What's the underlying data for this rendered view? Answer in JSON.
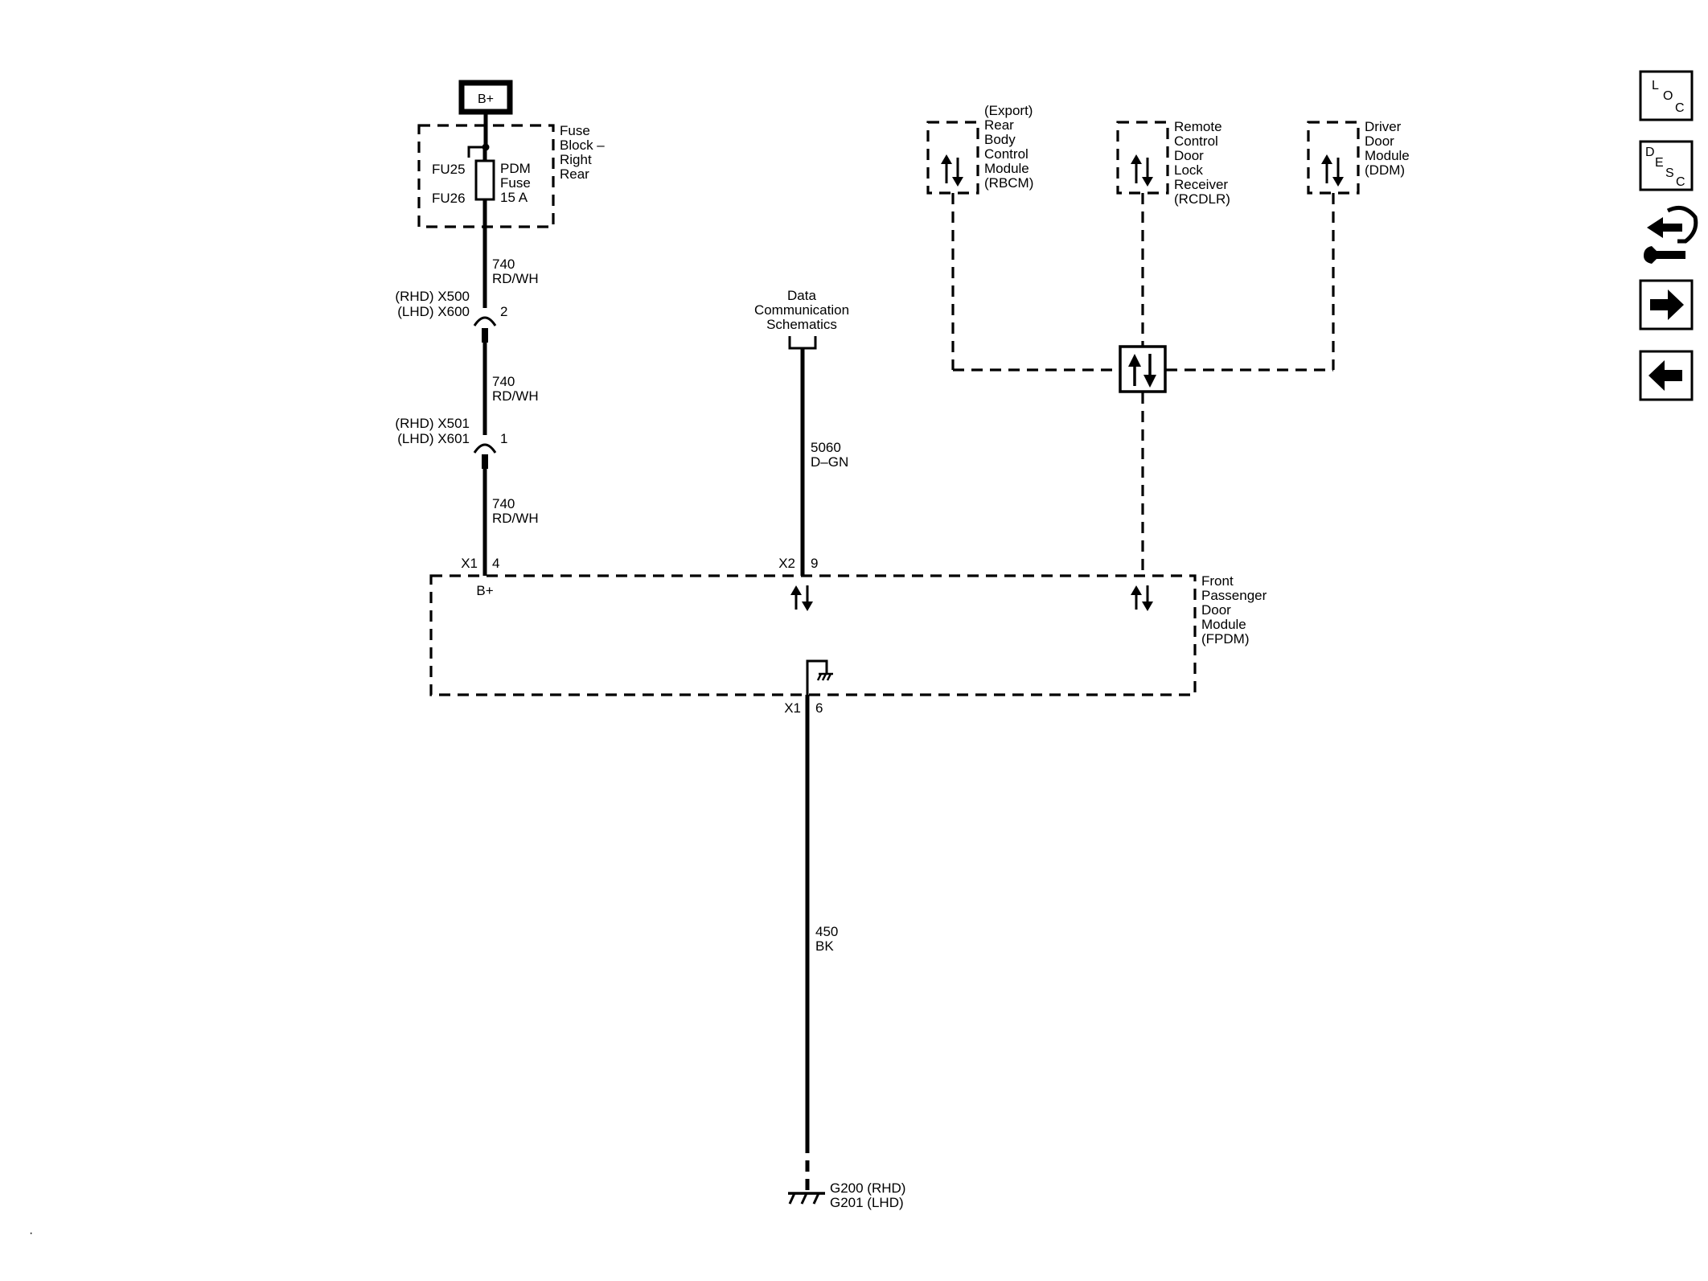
{
  "power": {
    "label": "B+"
  },
  "fuse_block": {
    "name": [
      "Fuse",
      "Block –",
      "Right",
      "Rear"
    ],
    "fuse_ids": [
      "FU25",
      "FU26"
    ],
    "fuse_desc": [
      "PDM",
      "Fuse",
      "15 A"
    ]
  },
  "wires": {
    "w1": [
      "740",
      "RD/WH"
    ],
    "w2": [
      "740",
      "RD/WH"
    ],
    "w3": [
      "740",
      "RD/WH"
    ],
    "data": [
      "5060",
      "D–GN"
    ],
    "ground": [
      "450",
      "BK"
    ]
  },
  "connectors": {
    "c1": {
      "rhd": "(RHD) X500",
      "lhd": "(LHD) X600",
      "pin": "2"
    },
    "c2": {
      "rhd": "(RHD) X501",
      "lhd": "(LHD) X601",
      "pin": "1"
    }
  },
  "data_link": {
    "label": [
      "Data",
      "Communication",
      "Schematics"
    ]
  },
  "modules": {
    "rbcm": [
      "(Export)",
      "Rear",
      "Body",
      "Control",
      "Module",
      "(RBCM)"
    ],
    "rcdlr": [
      "Remote",
      "Control",
      "Door",
      "Lock",
      "Receiver",
      "(RCDLR)"
    ],
    "ddm": [
      "Driver",
      "Door",
      "Module",
      "(DDM)"
    ],
    "fpdm": [
      "Front",
      "Passenger",
      "Door",
      "Module",
      "(FPDM)"
    ]
  },
  "fpdm_pins": {
    "p1_conn": "X1",
    "p1_pin": "4",
    "p1_label": "B+",
    "p2_conn": "X2",
    "p2_pin": "9",
    "p3_conn": "X1",
    "p3_pin": "6"
  },
  "ground": {
    "labels": [
      "G200 (RHD)",
      "G201 (LHD)"
    ]
  },
  "nav": {
    "loc": [
      "L",
      "O",
      "C"
    ],
    "desc": [
      "D",
      "E",
      "S",
      "C"
    ],
    "icons": [
      "loc-button",
      "desc-button",
      "connector-tool-icon",
      "next-arrow-icon",
      "previous-arrow-icon"
    ]
  },
  "corner_mark": "·"
}
